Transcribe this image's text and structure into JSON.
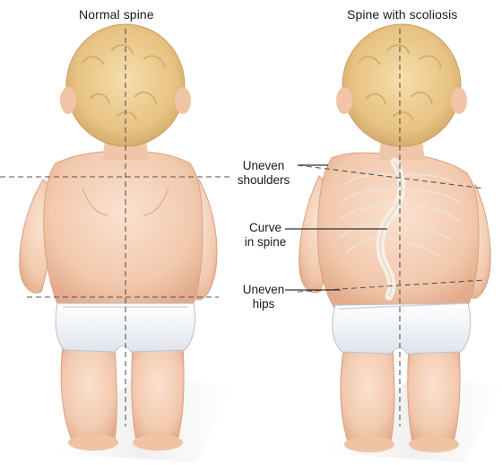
{
  "titles": {
    "normal": "Normal spine",
    "scoliosis": "Spine with scoliosis"
  },
  "callouts": {
    "shoulders": "Uneven\nshoulders",
    "curve": "Curve\nin spine",
    "hips": "Uneven\nhips"
  }
}
